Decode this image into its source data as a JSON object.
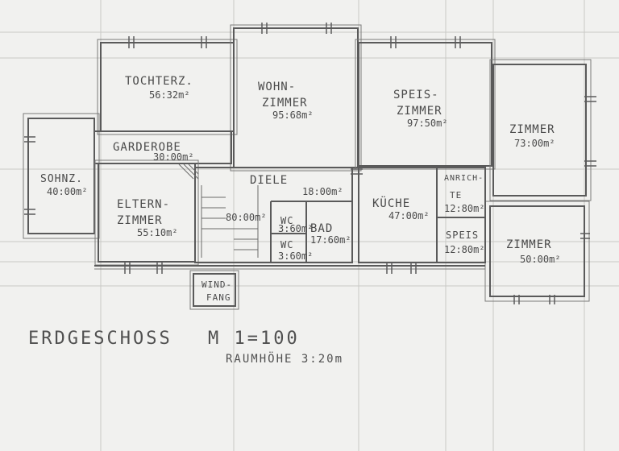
{
  "plan": {
    "title": "ERDGESCHOSS",
    "scale": "M 1=100",
    "room_height": "RAUMHÖHE 3:20m"
  },
  "rooms": {
    "tochterz": {
      "name": "TOCHTERZ.",
      "area": "56:32m²"
    },
    "wohnzimmer": {
      "name1": "WOHN-",
      "name2": "ZIMMER",
      "area": "95:68m²"
    },
    "speisezimmer": {
      "name1": "SPEIS-",
      "name2": "ZIMMER",
      "area": "97:50m²"
    },
    "zimmer_top": {
      "name": "ZIMMER",
      "area": "73:00m²"
    },
    "garderobe": {
      "name": "GARDEROBE",
      "area": "30:00m²"
    },
    "sohnz": {
      "name": "SOHNZ.",
      "area": "40:00m²"
    },
    "diele": {
      "name": "DIELE",
      "area": "18:00m²"
    },
    "eltern": {
      "name1": "ELTERN-",
      "name2": "ZIMMER",
      "area": "55:10m²"
    },
    "stair": {
      "area": "80:00m²"
    },
    "wc1": {
      "name": "WC",
      "area": "3:60m²"
    },
    "wc2": {
      "name": "WC",
      "area": "3:60m²"
    },
    "bad": {
      "name": "BAD",
      "area": "17:60m²"
    },
    "kueche": {
      "name": "KÜCHE",
      "area": "47:00m²"
    },
    "anrichte": {
      "name1": "ANRICH-",
      "name2": "TE",
      "area": "12:80m²"
    },
    "speis": {
      "name": "SPEIS",
      "area": "12:80m²"
    },
    "zimmer_bottom": {
      "name": "ZIMMER",
      "area": "50:00m²"
    },
    "windfang": {
      "name1": "WIND-",
      "name2": "FANG"
    }
  }
}
